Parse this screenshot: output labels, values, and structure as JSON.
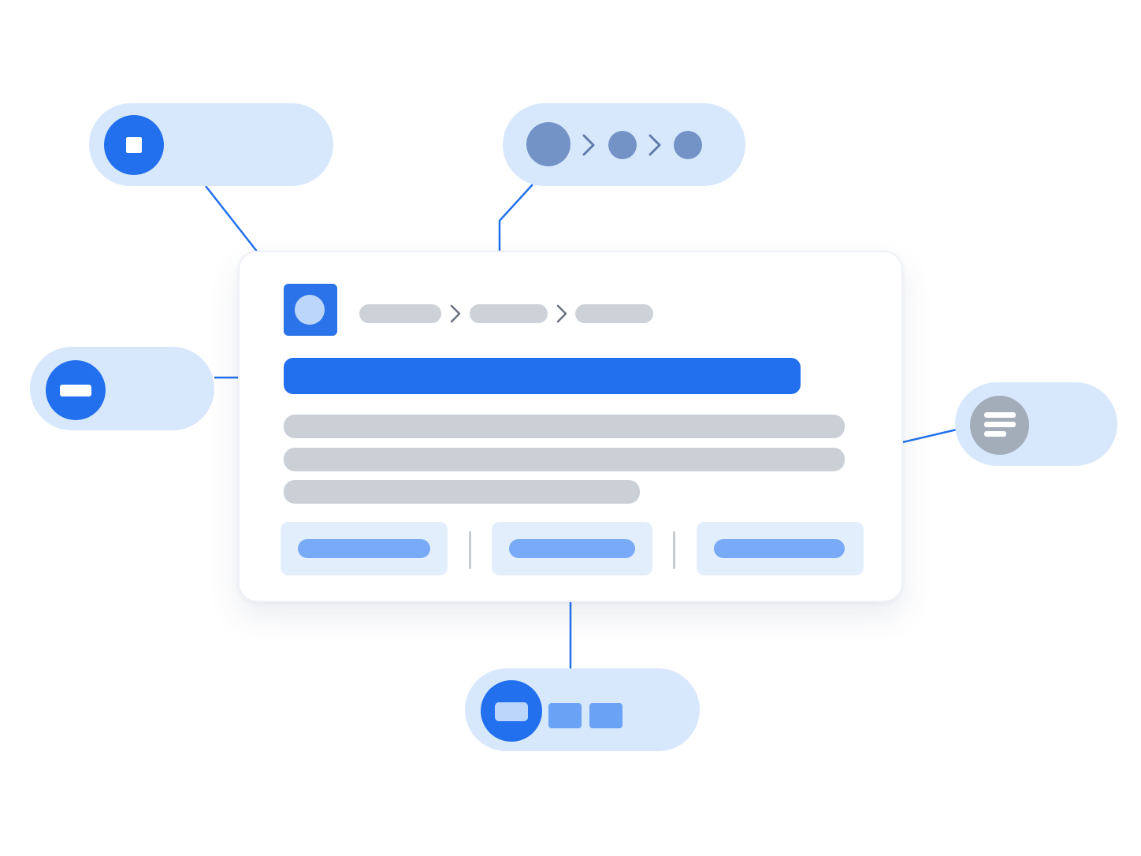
{
  "colors": {
    "accent": "#2270ee",
    "accent_light": "#d8e8fc",
    "placeholder_gray": "#cbd0d7",
    "button_fill": "#79aaf7",
    "muted_circle": "#7393c7"
  },
  "card": {
    "breadcrumb_count": 3,
    "text_line_count": 3,
    "action_button_count": 3
  },
  "callouts": [
    {
      "name": "logo-callout",
      "icon": "stop-square-icon"
    },
    {
      "name": "breadcrumb-callout",
      "icon": "step-dots-icon"
    },
    {
      "name": "title-callout",
      "icon": "minus-icon"
    },
    {
      "name": "body-text-callout",
      "icon": "menu-lines-icon"
    },
    {
      "name": "actions-callout",
      "icon": "button-group-icon"
    }
  ]
}
